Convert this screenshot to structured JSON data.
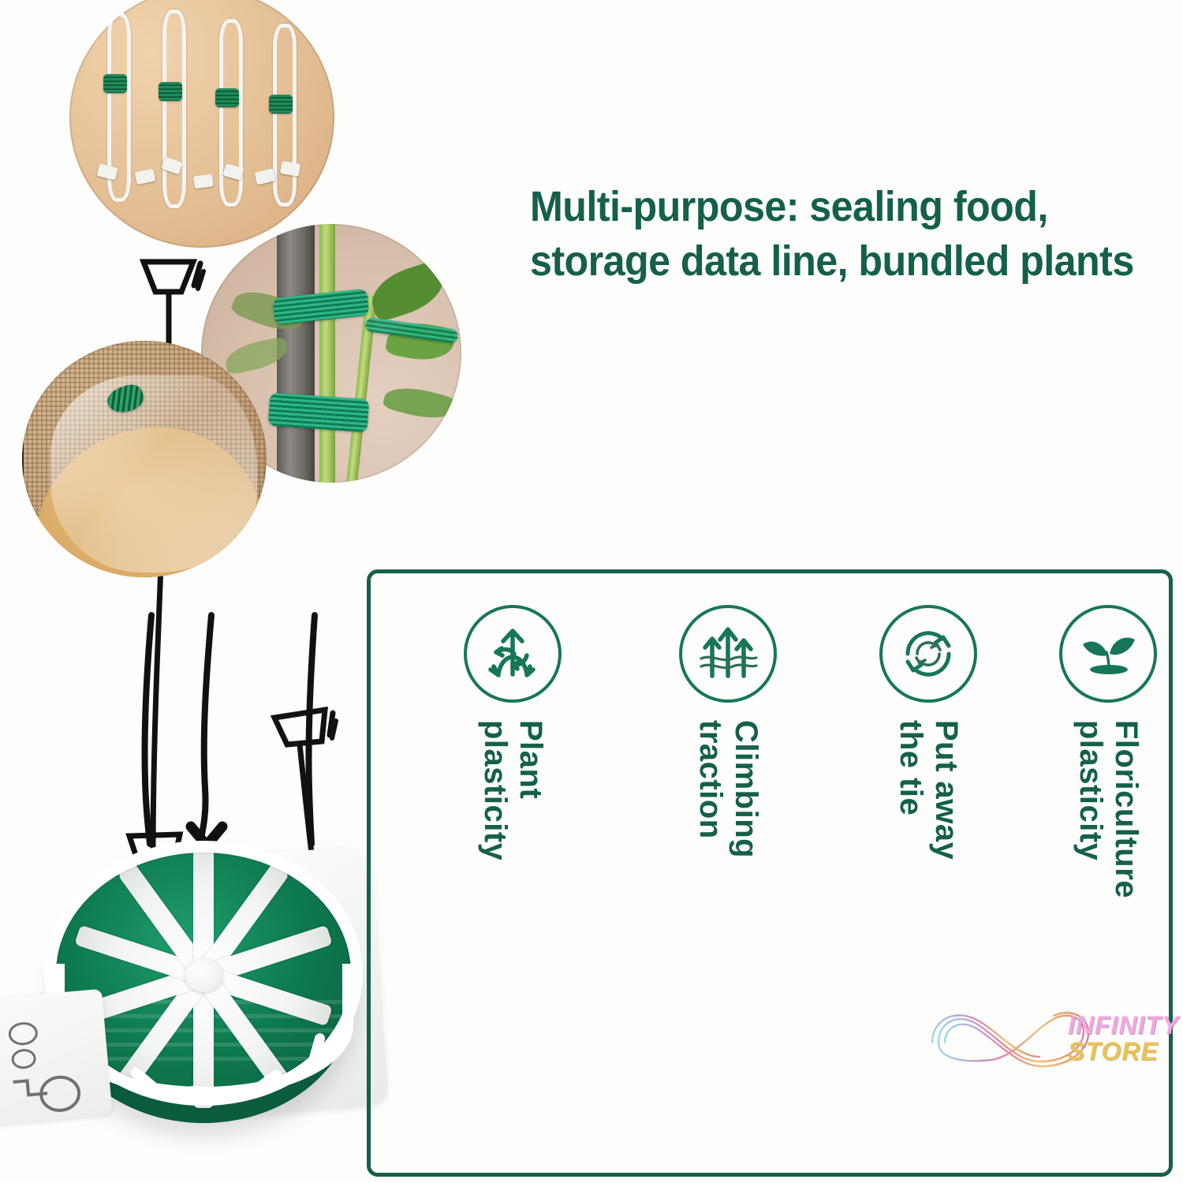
{
  "meta": {
    "background_color": "#fdfdfb",
    "brand_green": "#15604a",
    "icon_green": "#17765a"
  },
  "headline": {
    "line1": "Multi-purpose: sealing food,",
    "line2": "storage data line, bundled plants",
    "color": "#14604a"
  },
  "photos": [
    {
      "name": "usb-cables-bundled",
      "alt": "Four white USB data cables coiled and bundled with green twist ties on a wooden board"
    },
    {
      "name": "plant-tied-to-stake",
      "alt": "Green plant stem tied to a grey garden stake with green twist tie wire"
    },
    {
      "name": "bread-bag-sealed",
      "alt": "Loaf of bread in a clear plastic bag sealed with a green twist tie on burlap"
    }
  ],
  "product": {
    "name": "green-garden-twist-tie-spool",
    "alt": "White plastic spool wound with green garden twist tie wire, with hang tab and metal cutter"
  },
  "panel": {
    "border_color": "#16614b",
    "features": [
      {
        "icon": "plant-arrows-icon",
        "label_line1": "Plant",
        "label_line2": "plasticity"
      },
      {
        "icon": "three-arrows-waves-icon",
        "label_line1": "Climbing",
        "label_line2": "traction"
      },
      {
        "icon": "recycle-arrows-icon",
        "label_line1": "Put away",
        "label_line2": "the tie"
      },
      {
        "icon": "sprout-icon",
        "label_line1": "Floriculture",
        "label_line2": "plasticity"
      }
    ]
  },
  "watermark": {
    "line1": "INFINITY",
    "line2": "STORE",
    "symbol": "infinity-symbol",
    "color1": "#f0a8e0",
    "color2": "#e8c35a"
  }
}
